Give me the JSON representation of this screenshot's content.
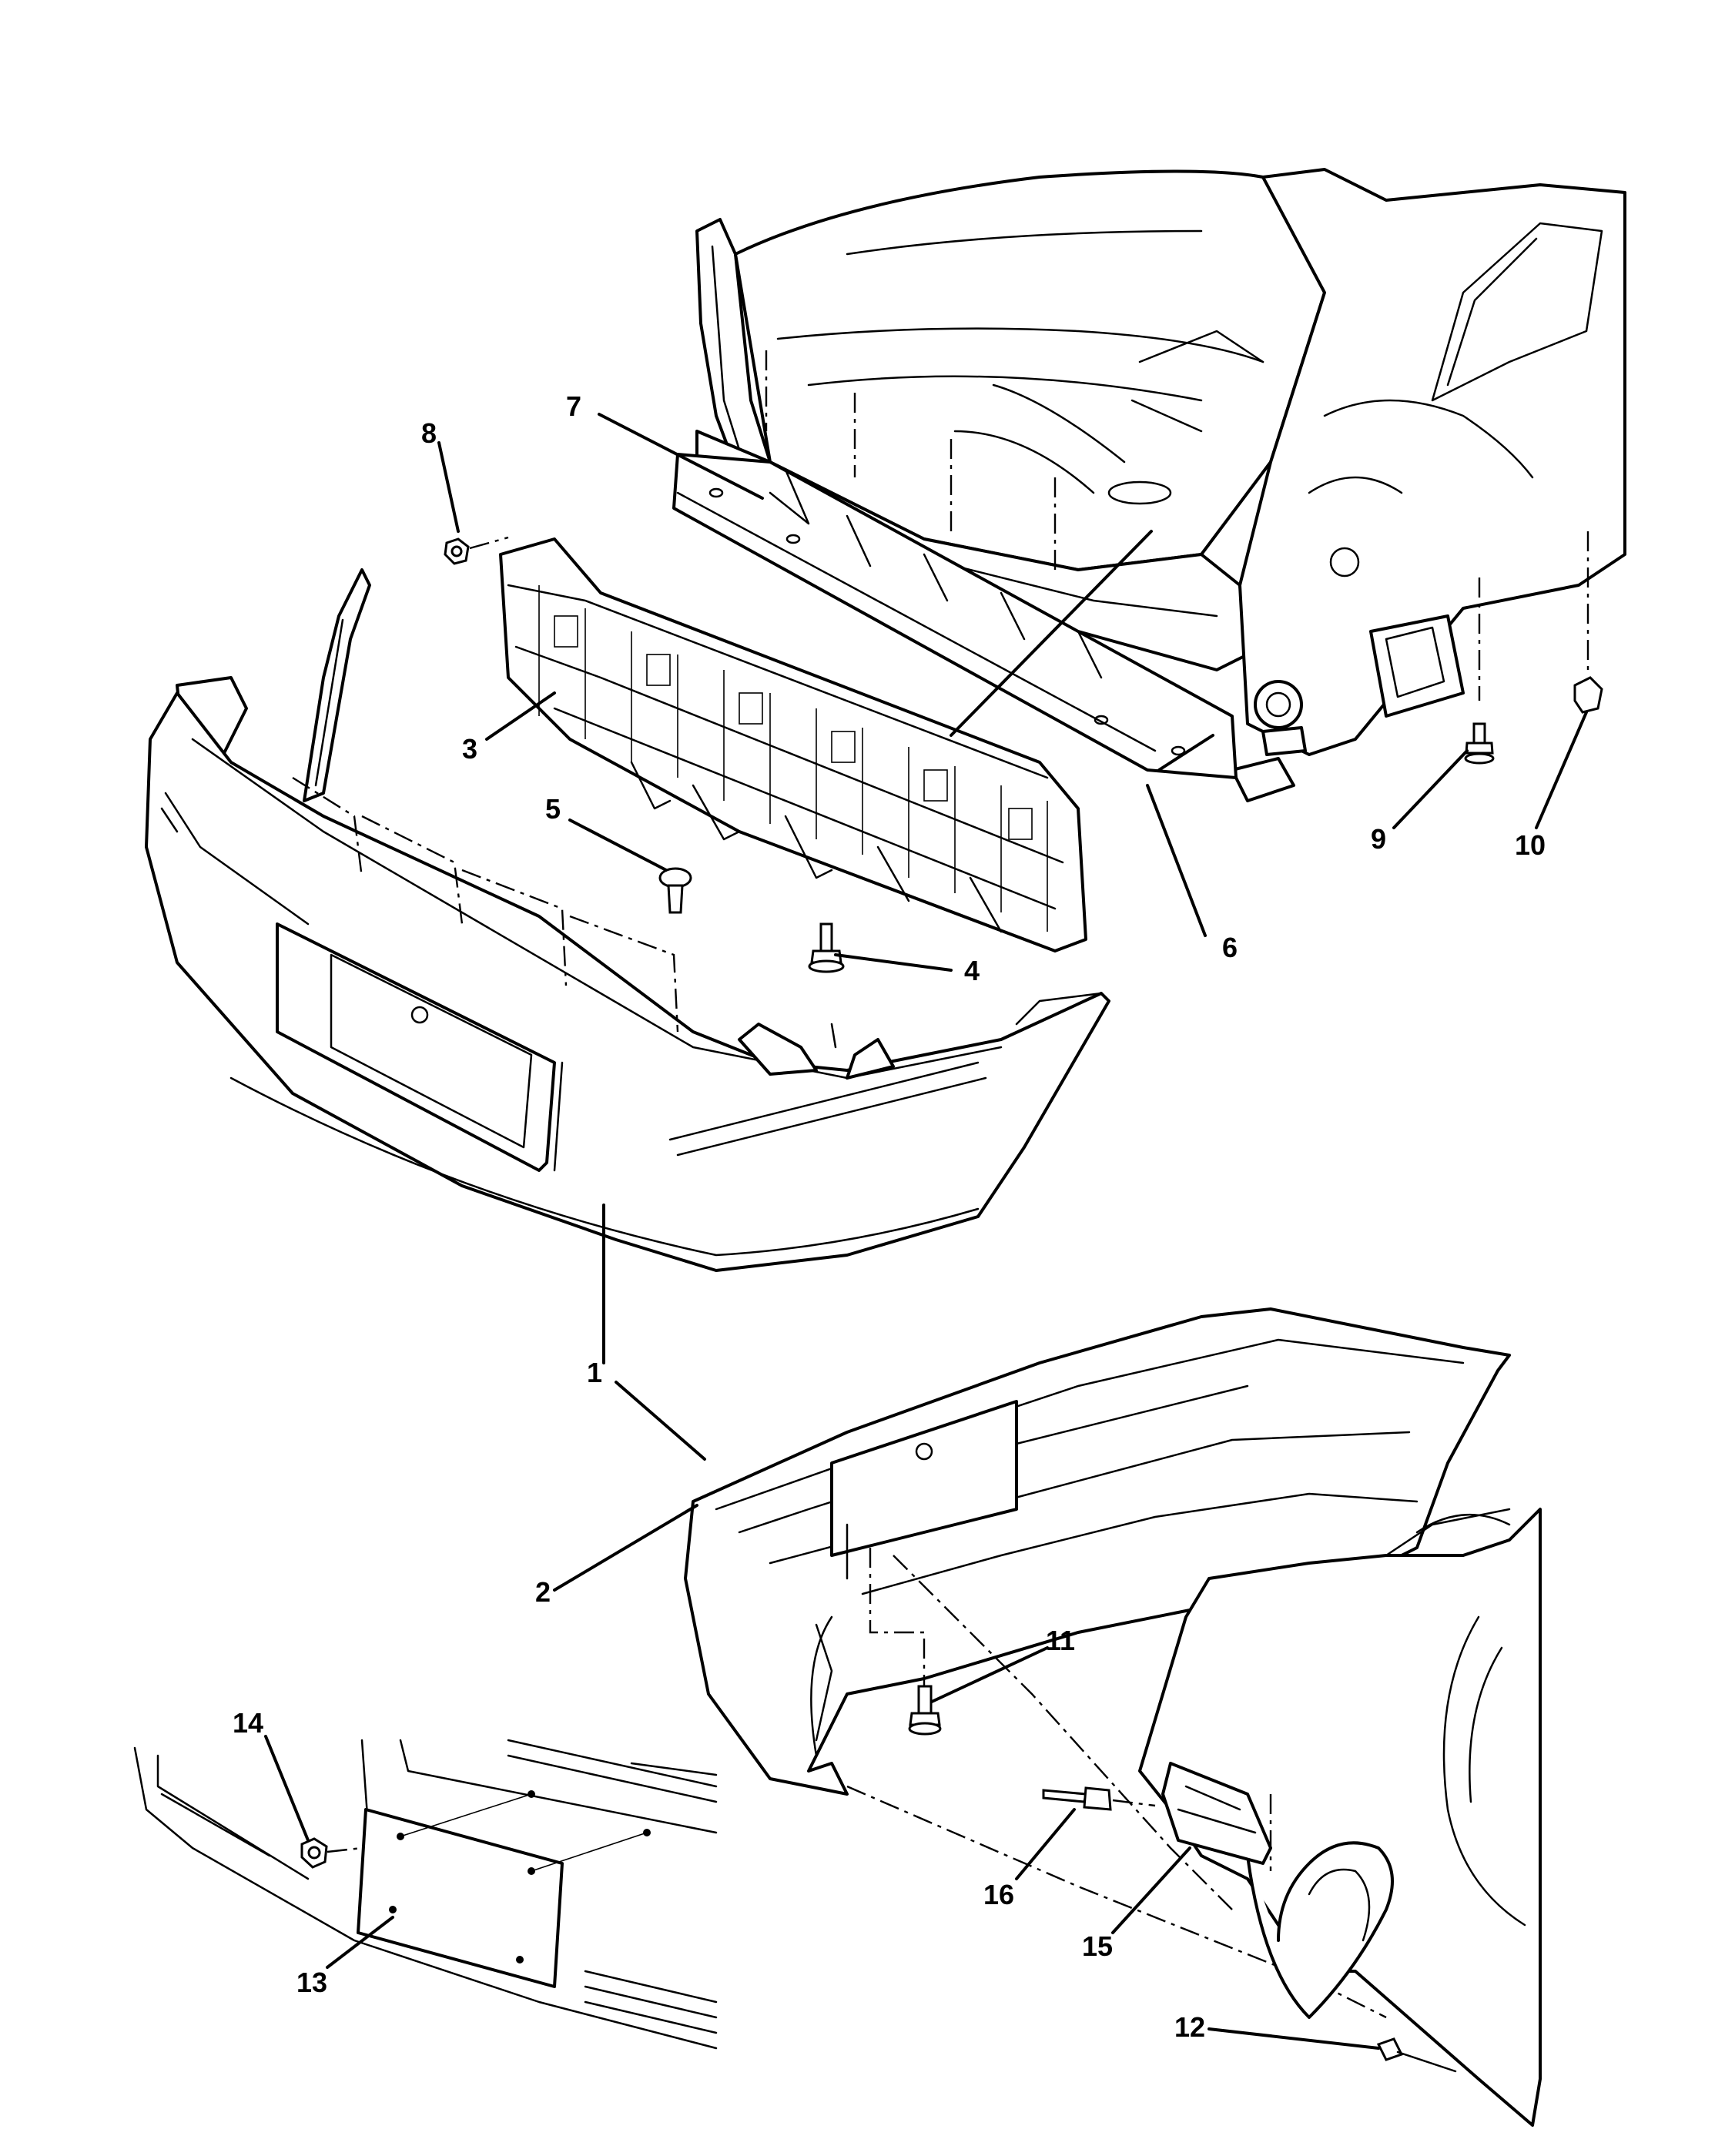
{
  "diagram": {
    "type": "exploded-parts-view",
    "callouts": [
      {
        "id": "c1",
        "label": "1"
      },
      {
        "id": "c2",
        "label": "2"
      },
      {
        "id": "c3",
        "label": "3"
      },
      {
        "id": "c4",
        "label": "4"
      },
      {
        "id": "c5",
        "label": "5"
      },
      {
        "id": "c6",
        "label": "6"
      },
      {
        "id": "c7",
        "label": "7"
      },
      {
        "id": "c8",
        "label": "8"
      },
      {
        "id": "c9",
        "label": "9"
      },
      {
        "id": "c10",
        "label": "10"
      },
      {
        "id": "c11",
        "label": "11"
      },
      {
        "id": "c12",
        "label": "12"
      },
      {
        "id": "c13",
        "label": "13"
      },
      {
        "id": "c14",
        "label": "14"
      },
      {
        "id": "c15",
        "label": "15"
      },
      {
        "id": "c16",
        "label": "16"
      }
    ]
  }
}
